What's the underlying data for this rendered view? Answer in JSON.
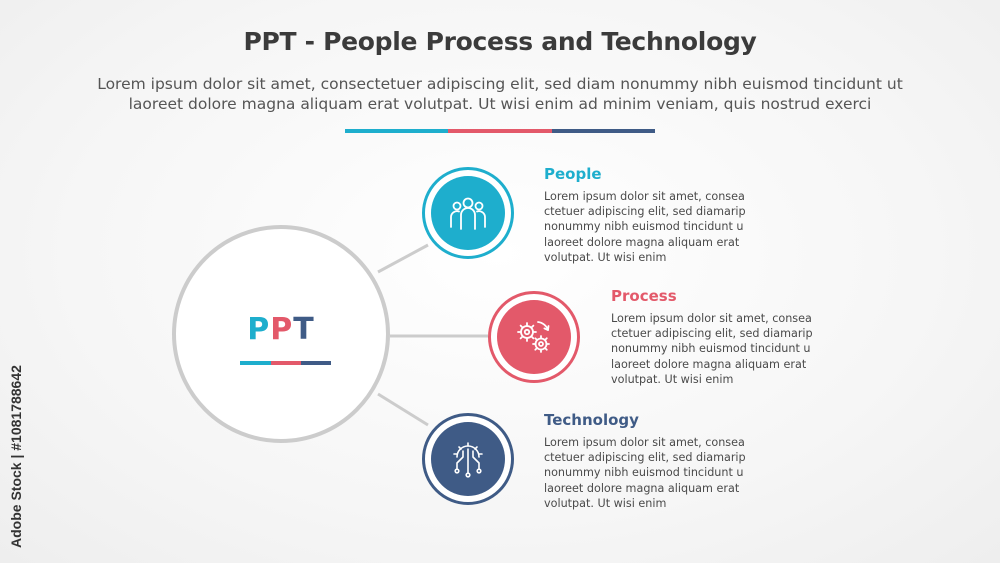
{
  "header": {
    "title": "PPT - People Process and Technology",
    "subtitle_line1": "Lorem ipsum dolor sit amet, consectetuer adipiscing elit, sed diam nonummy nibh euismod tincidunt ut",
    "subtitle_line2": "laoreet dolore magna aliquam erat volutpat. Ut wisi enim ad minim veniam, quis nostrud exerci"
  },
  "colors": {
    "people": "#1eaecd",
    "process": "#e3596a",
    "technology": "#3f5b86",
    "hub_border": "#cccccc"
  },
  "hub": {
    "letters": [
      "P",
      "P",
      "T"
    ]
  },
  "items": [
    {
      "title": "People",
      "icon": "people-group-icon",
      "lines": [
        "Lorem ipsum dolor sit amet, consea",
        "ctetuer adipiscing elit, sed diamarip",
        "nonummy nibh euismod tincidunt u",
        "laoreet dolore magna aliquam erat",
        "volutpat. Ut wisi enim"
      ]
    },
    {
      "title": "Process",
      "icon": "gears-icon",
      "lines": [
        "Lorem ipsum dolor sit amet, consea",
        "ctetuer adipiscing elit, sed diamarip",
        "nonummy nibh euismod tincidunt u",
        "laoreet dolore magna aliquam erat",
        "volutpat. Ut wisi enim"
      ]
    },
    {
      "title": "Technology",
      "icon": "tech-circuit-gear-icon",
      "lines": [
        "Lorem ipsum dolor sit amet, consea",
        "ctetuer adipiscing elit, sed diamarip",
        "nonummy nibh euismod tincidunt u",
        "laoreet dolore magna aliquam erat",
        "volutpat. Ut wisi enim"
      ]
    }
  ],
  "credit": "Adobe Stock | #1081788642"
}
